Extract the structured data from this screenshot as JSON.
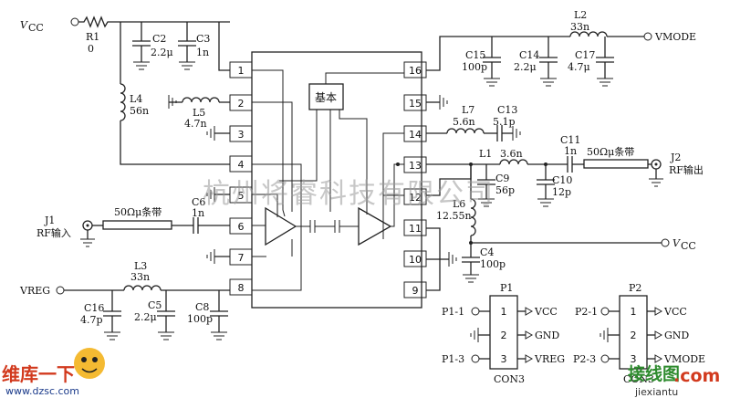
{
  "ic": {
    "block_label": "基本",
    "pins": [
      "1",
      "2",
      "3",
      "4",
      "5",
      "6",
      "7",
      "8",
      "9",
      "10",
      "11",
      "12",
      "13",
      "14",
      "15",
      "16"
    ]
  },
  "power": {
    "vcc_top": "V",
    "vcc_top_sub": "CC",
    "vcc_right": "V",
    "vcc_right_sub": "CC",
    "vmode": "VMODE",
    "vreg": "VREG"
  },
  "parts": {
    "R1": [
      "R1",
      "0"
    ],
    "C2": [
      "C2",
      "2.2μ"
    ],
    "C3": [
      "C3",
      "1n"
    ],
    "L4": [
      "L4",
      "56n"
    ],
    "L5": [
      "L5",
      "4.7n"
    ],
    "C6": [
      "C6",
      "1n"
    ],
    "L3": [
      "L3",
      "33n"
    ],
    "C16": [
      "C16",
      "4.7p"
    ],
    "C5": [
      "C5",
      "2.2μ"
    ],
    "C8": [
      "C8",
      "100p"
    ],
    "L2": [
      "L2",
      "33n"
    ],
    "C15": [
      "C15",
      "100p"
    ],
    "C14": [
      "C14",
      "2.2μ"
    ],
    "C17": [
      "C17",
      "4.7μ"
    ],
    "L7": [
      "L7",
      "5.6n"
    ],
    "C13": [
      "C13",
      "5.1p"
    ],
    "L1": [
      "L1",
      "3.6n"
    ],
    "C11": [
      "C11",
      "1n"
    ],
    "C9": [
      "C9",
      "56p"
    ],
    "C10": [
      "C10",
      "12p"
    ],
    "L6": [
      "L6",
      "12.55n"
    ],
    "C4": [
      "C4",
      "100p"
    ]
  },
  "ports": {
    "J1": [
      "J1",
      "RF输入"
    ],
    "J2": [
      "J2",
      "RF输出"
    ],
    "strip_in": "50Ωμ条带",
    "strip_out": "50Ωμ条带"
  },
  "connectors": {
    "P1": {
      "name": "P1",
      "part": "CON3",
      "pins": [
        "1",
        "2",
        "3"
      ],
      "nets": [
        "VCC",
        "GND",
        "VREG"
      ],
      "labels": [
        "P1-1",
        "P1-3"
      ]
    },
    "P2": {
      "name": "P2",
      "part": "CON3",
      "pins": [
        "1",
        "2",
        "3"
      ],
      "nets": [
        "VCC",
        "GND",
        "VMODE"
      ],
      "labels": [
        "P2-1",
        "P2-3"
      ]
    }
  },
  "watermarks": {
    "center": "杭州将睿科技有限公司",
    "logo_a": "维库一下",
    "logo_url": "www.dzsc.com",
    "logo_b": "接线图",
    "logo_b_tail": ".com",
    "logo_b_url": "jiexiantu"
  },
  "colors": {
    "ink": "#222222",
    "watermark": "#9a9a9a",
    "logo_red": "#d23a1e",
    "logo_green": "#2e8b2e"
  }
}
